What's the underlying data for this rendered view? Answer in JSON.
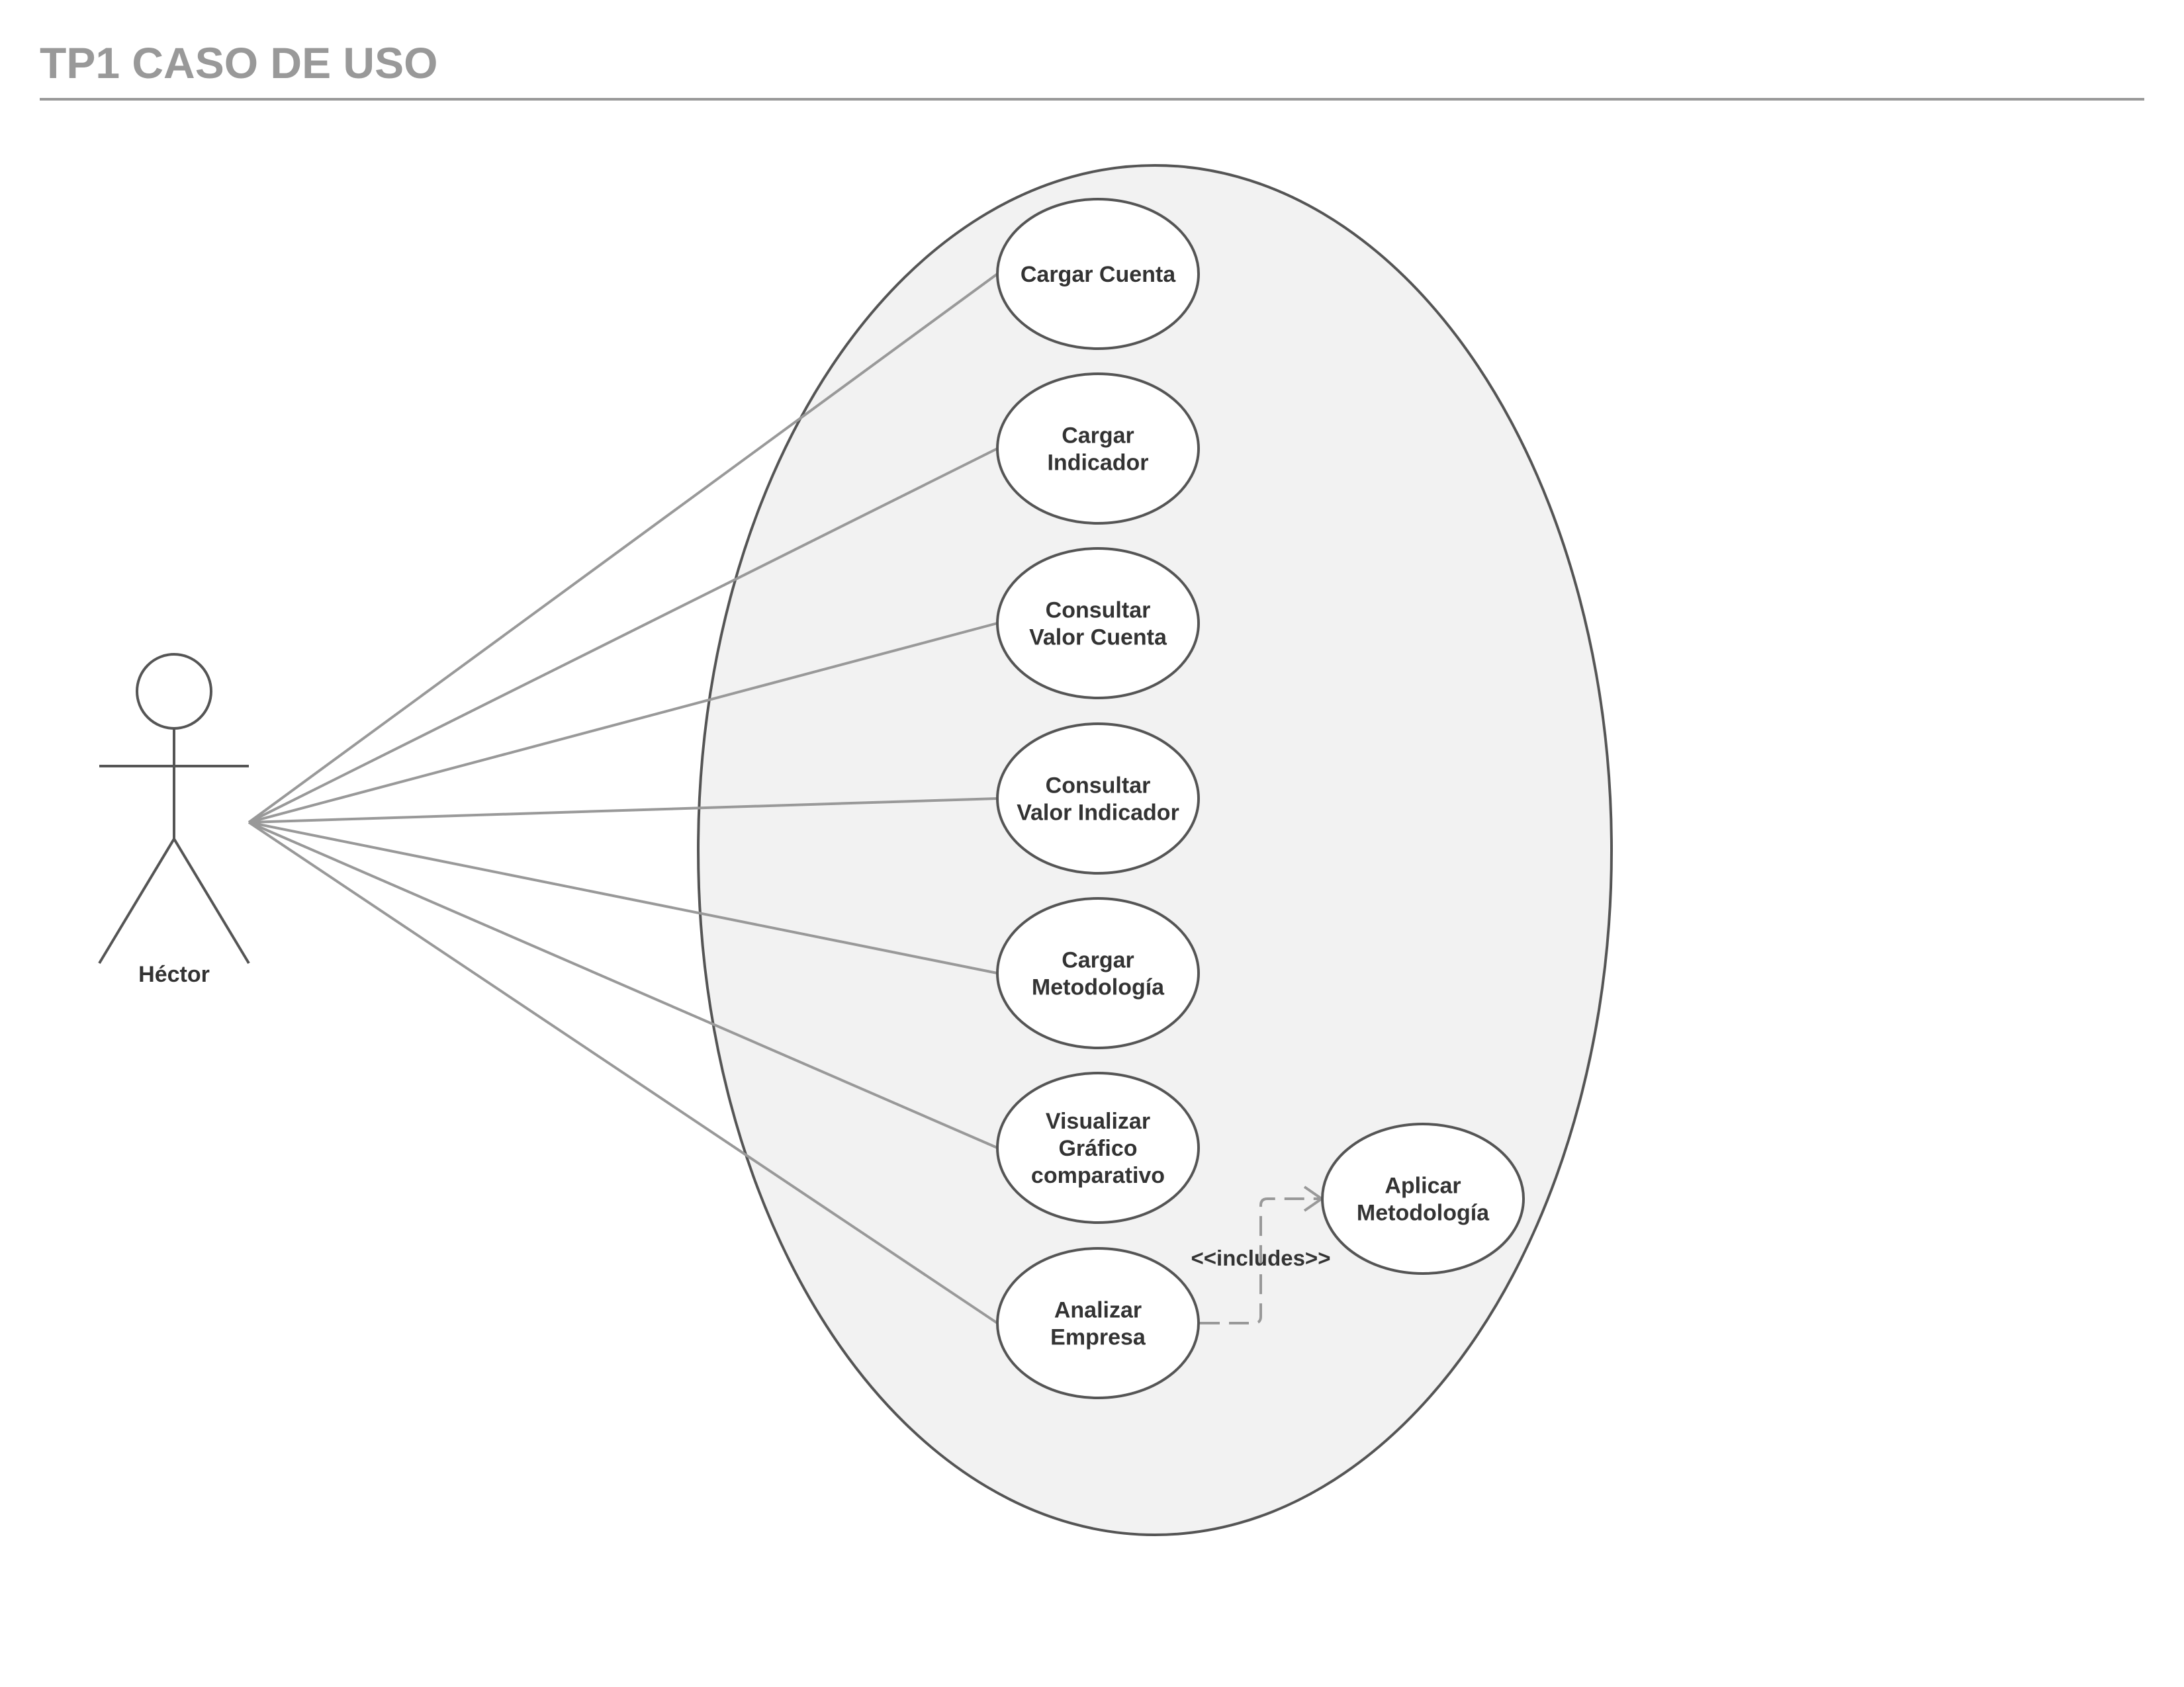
{
  "title": "TP1 CASO DE USO",
  "actor": {
    "name": "Héctor"
  },
  "use_cases": [
    {
      "id": "cargar-cuenta",
      "lines": [
        "Cargar Cuenta"
      ]
    },
    {
      "id": "cargar-indicador",
      "lines": [
        "Cargar",
        "Indicador"
      ]
    },
    {
      "id": "consultar-valor-cuenta",
      "lines": [
        "Consultar",
        "Valor Cuenta"
      ]
    },
    {
      "id": "consultar-valor-indicador",
      "lines": [
        "Consultar",
        "Valor Indicador"
      ]
    },
    {
      "id": "cargar-metodologia",
      "lines": [
        "Cargar",
        "Metodología"
      ]
    },
    {
      "id": "visualizar-grafico-comparativo",
      "lines": [
        "Visualizar",
        "Gráfico",
        "comparativo"
      ]
    },
    {
      "id": "analizar-empresa",
      "lines": [
        "Analizar",
        "Empresa"
      ]
    },
    {
      "id": "aplicar-metodologia",
      "lines": [
        "Aplicar",
        "Metodología"
      ]
    }
  ],
  "associations": [
    "cargar-cuenta",
    "cargar-indicador",
    "consultar-valor-cuenta",
    "consultar-valor-indicador",
    "cargar-metodologia",
    "visualizar-grafico-comparativo",
    "analizar-empresa"
  ],
  "relations": [
    {
      "from": "analizar-empresa",
      "to": "aplicar-metodologia",
      "label": "<<includes>>",
      "style": "dashed"
    }
  ],
  "colors": {
    "title": "#999999",
    "system_fill": "#f2f2f2",
    "outline": "#555555",
    "association_line": "#999999",
    "text": "#333333"
  }
}
